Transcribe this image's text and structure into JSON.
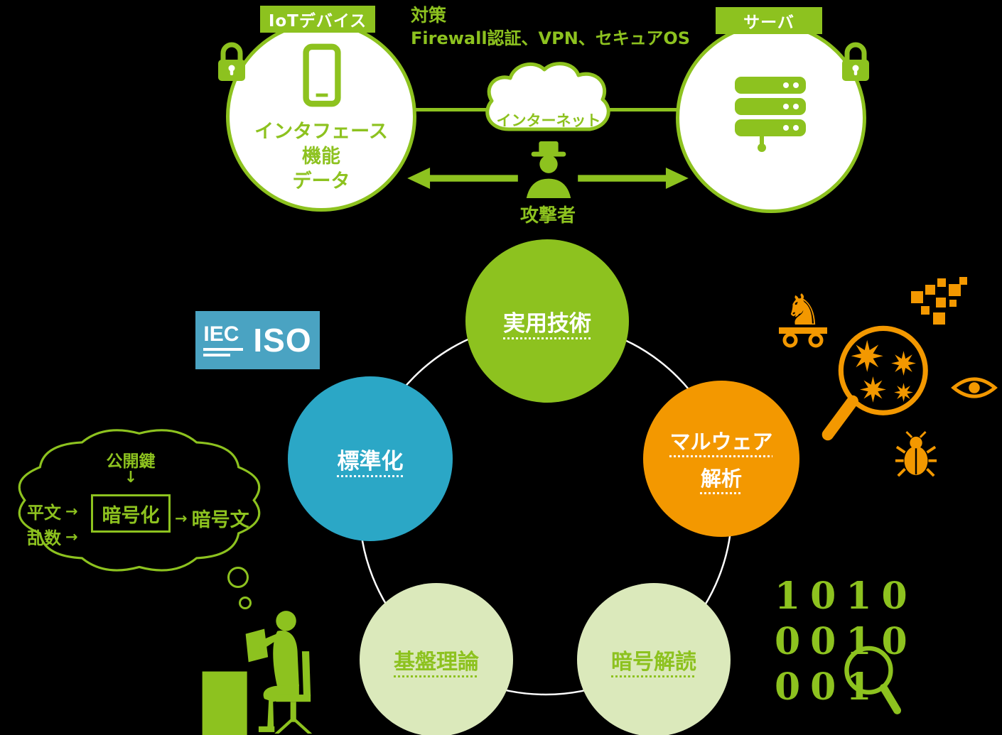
{
  "palette": {
    "green": "#8dc21f",
    "teal": "#2ba7c6",
    "orange": "#f39800",
    "light_green": "#dbe9bb",
    "standards_blue": "#4aa3c2",
    "white": "#ffffff",
    "background": "#000000"
  },
  "network_diagram": {
    "iot_device": {
      "badge": "IoTデバイス",
      "features": {
        "line1": "インタフェース",
        "line2": "機能",
        "line3": "データ"
      }
    },
    "countermeasures": {
      "title": "対策",
      "list": "Firewall認証、VPN、セキュアOS"
    },
    "internet": {
      "label": "インターネット"
    },
    "attacker": {
      "label": "攻撃者"
    },
    "server": {
      "badge": "サーバ"
    }
  },
  "research_ring": {
    "practical_technology": {
      "label": "実用技術"
    },
    "standardization": {
      "label": "標準化"
    },
    "malware_analysis": {
      "line1": "マルウェア",
      "line2": "解析"
    },
    "fundamental_theory": {
      "label": "基盤理論"
    },
    "cryptanalysis": {
      "label": "暗号解読"
    }
  },
  "standards_badge": {
    "iec": "IEC",
    "iso": "ISO"
  },
  "encryption_bubble": {
    "public_key": "公開鍵",
    "down_arrow": "↓",
    "plaintext": "平文",
    "random_number": "乱数",
    "right_arrow": "→",
    "encryption": "暗号化",
    "ciphertext": "暗号文"
  },
  "binary_code": {
    "row1": "1010",
    "row2": "0010",
    "row3": "001"
  }
}
